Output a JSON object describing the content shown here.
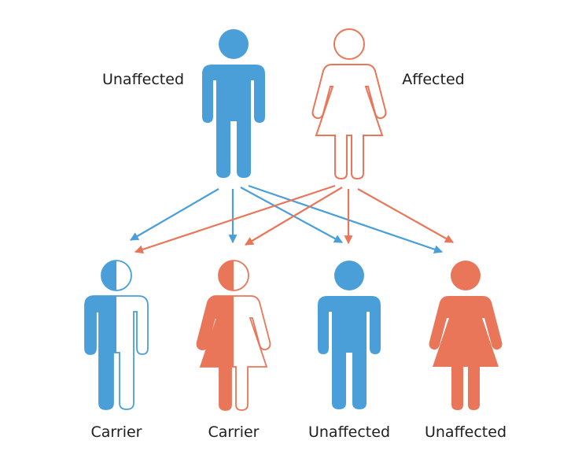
{
  "colors": {
    "male": "#4a9fd8",
    "female": "#ea7659",
    "text": "#1e1e1e"
  },
  "parents": {
    "father": {
      "label": "Unaffected",
      "icon": "male-person-icon",
      "fill": "solid"
    },
    "mother": {
      "label": "Affected",
      "icon": "female-person-icon",
      "fill": "outline"
    }
  },
  "children": [
    {
      "label": "Carrier",
      "icon": "male-person-icon",
      "fill": "half"
    },
    {
      "label": "Carrier",
      "icon": "female-person-icon",
      "fill": "half"
    },
    {
      "label": "Unaffected",
      "icon": "male-person-icon",
      "fill": "solid"
    },
    {
      "label": "Unaffected",
      "icon": "female-person-icon",
      "fill": "solid"
    }
  ]
}
